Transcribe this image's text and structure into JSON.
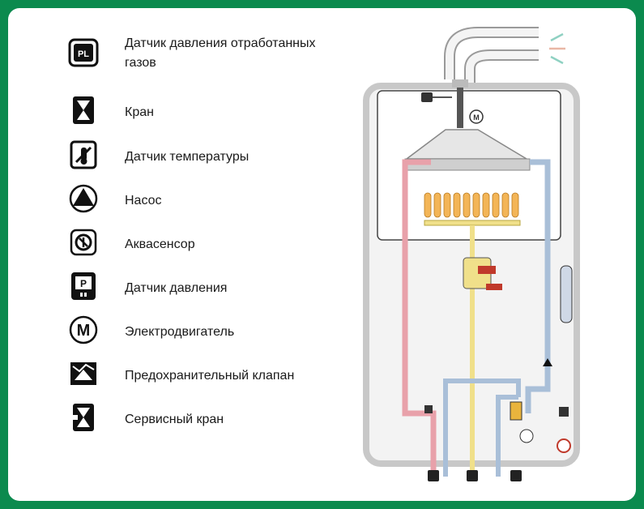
{
  "colors": {
    "frame": "#0b8a4e",
    "hot_pipe": "#e8a1aa",
    "cold_pipe": "#a9bfd8",
    "gas_pipe": "#f0e08a",
    "casing": "#c8c8c8",
    "flame": "#f3b557"
  },
  "legend": [
    {
      "icon": "flue-pressure-sensor-icon",
      "label": "Датчик давления отработанных\nгазов"
    },
    {
      "icon": "valve-icon",
      "label": "Кран"
    },
    {
      "icon": "temperature-sensor-icon",
      "label": "Датчик  температуры"
    },
    {
      "icon": "pump-icon",
      "label": "Насос"
    },
    {
      "icon": "aquasensor-icon",
      "label": "Аквасенсор"
    },
    {
      "icon": "pressure-sensor-icon",
      "label": "Датчик  давления"
    },
    {
      "icon": "motor-icon",
      "label": "Электродвигатель"
    },
    {
      "icon": "safety-valve-icon",
      "label": "Предохранительный клапан"
    },
    {
      "icon": "service-valve-icon",
      "label": "Сервисный кран"
    }
  ],
  "scheme": {
    "pressure_sensor_text": "PL",
    "motor_text": "M",
    "pressure_text": "P"
  }
}
